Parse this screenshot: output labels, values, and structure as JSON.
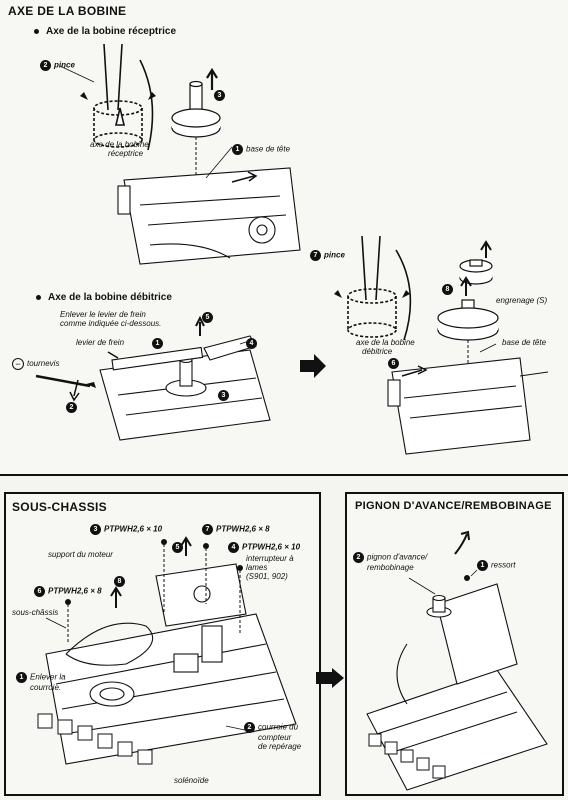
{
  "top": {
    "title": "AXE DE LA BOBINE",
    "takeup": {
      "heading": "Axe de la bobine réceptrice",
      "pince_num": "2",
      "pince": "pince",
      "axe_line1": "axe de la bobine",
      "axe_line2": "réceptrice",
      "up_num": "3",
      "base_num": "1",
      "base": "base de tête"
    },
    "supply": {
      "heading": "Axe de la bobine débitrice",
      "instr_line1": "Enlever le levier de frein",
      "instr_line2": "comme indiquée ci-dessous.",
      "levier": "levier de frein",
      "levier_num": "1",
      "tournevis_sym": "−",
      "tournevis": "tournevis",
      "n2": "2",
      "n3": "3",
      "n4": "4",
      "n5": "5"
    },
    "right": {
      "pince_num": "7",
      "pince": "pince",
      "engrenage": "engrenage (S)",
      "n8": "8",
      "axe_line1": "axe de la bobine",
      "axe_line2": "débitrice",
      "base": "base de tête",
      "n6": "6"
    }
  },
  "sous_chassis": {
    "title": "SOUS-CHASSIS",
    "screw3_num": "3",
    "screw3": "PTPWH2,6 × 10",
    "screw7_num": "7",
    "screw7": "PTPWH2,6 × 8",
    "support": "support du moteur",
    "n5": "5",
    "screw4_num": "4",
    "screw4": "PTPWH2,6 × 10",
    "inter_line1": "interrupteur à",
    "inter_line2": "lames",
    "inter_line3": "(S901, 902)",
    "screw6_num": "6",
    "screw6": "PTPWH2,6 × 8",
    "n8": "8",
    "sous_chassis": "sous-châssis",
    "enlever_num": "1",
    "enlever_line1": "Enlever la",
    "enlever_line2": "courroie.",
    "courroie_num": "2",
    "courroie_line1": "courroie du",
    "courroie_line2": "compteur",
    "courroie_line3": "de repérage",
    "solenoide": "solénoïde"
  },
  "pignon": {
    "title": "PIGNON D'AVANCE/REMBOBINAGE",
    "pignon_num": "2",
    "pignon_line1": "pignon d'avance/",
    "pignon_line2": "rembobinage",
    "ressort_num": "1",
    "ressort": "ressort"
  }
}
